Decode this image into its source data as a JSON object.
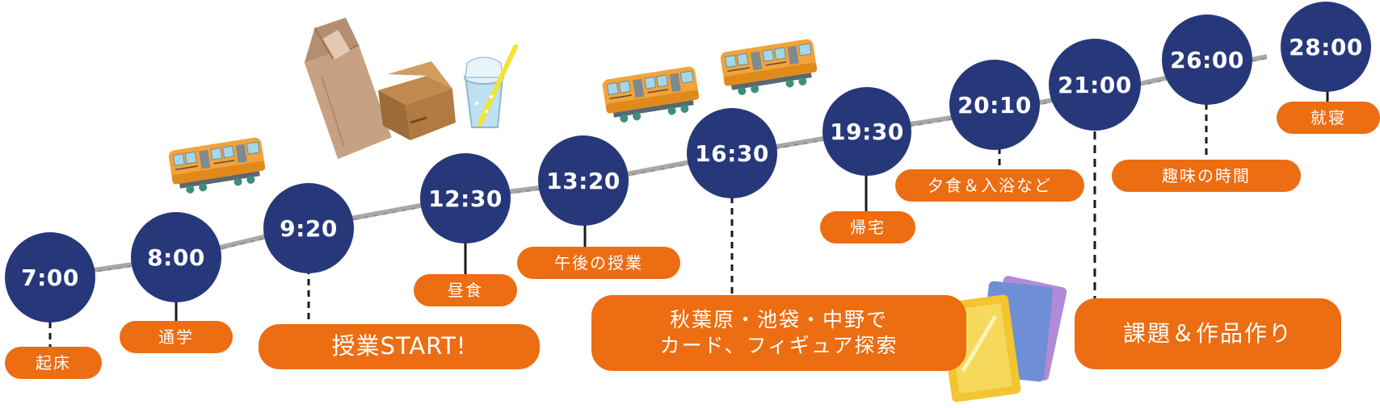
{
  "colors": {
    "node_fill": "#27387a",
    "node_text": "#ffffff",
    "label_fill": "#ec6d12",
    "label_text": "#ffffff",
    "path_line": "#a8a8a8",
    "connector": "#1a1a1a"
  },
  "timeline": [
    {
      "time": "7:00",
      "label": "起床"
    },
    {
      "time": "8:00",
      "label": "通学"
    },
    {
      "time": "9:20",
      "label": "授業START!"
    },
    {
      "time": "12:30",
      "label": "昼食"
    },
    {
      "time": "13:20",
      "label": "午後の授業"
    },
    {
      "time": "16:30",
      "label_lines": [
        "秋葉原・池袋・中野で",
        "カード、フィギュア探索"
      ]
    },
    {
      "time": "19:30",
      "label": "帰宅"
    },
    {
      "time": "20:10",
      "label": "夕食＆入浴など"
    },
    {
      "time": "21:00",
      "label": "課題＆作品作り"
    },
    {
      "time": "26:00",
      "label": "趣味の時間"
    },
    {
      "time": "28:00",
      "label": "就寝"
    }
  ],
  "illustrations": [
    "train-illustration",
    "paper-bag-illustration",
    "takeout-box-illustration",
    "drink-cup-illustration",
    "trading-cards-illustration"
  ]
}
